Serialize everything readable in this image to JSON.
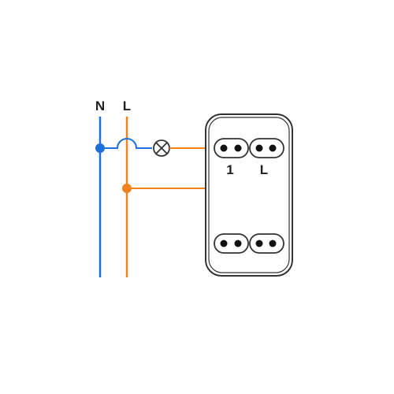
{
  "labels": {
    "neutral": "N",
    "live": "L",
    "terminal_1": "1",
    "terminal_l": "L"
  },
  "colors": {
    "neutral_wire": "#1e6fd9",
    "live_wire": "#f0821e",
    "outline": "#333333",
    "terminal_dot": "#111111",
    "background": "#ffffff"
  },
  "icons": {
    "lamp": "lamp-cross-circle-icon",
    "junction_neutral": "junction-dot-icon",
    "junction_live": "junction-dot-icon"
  }
}
